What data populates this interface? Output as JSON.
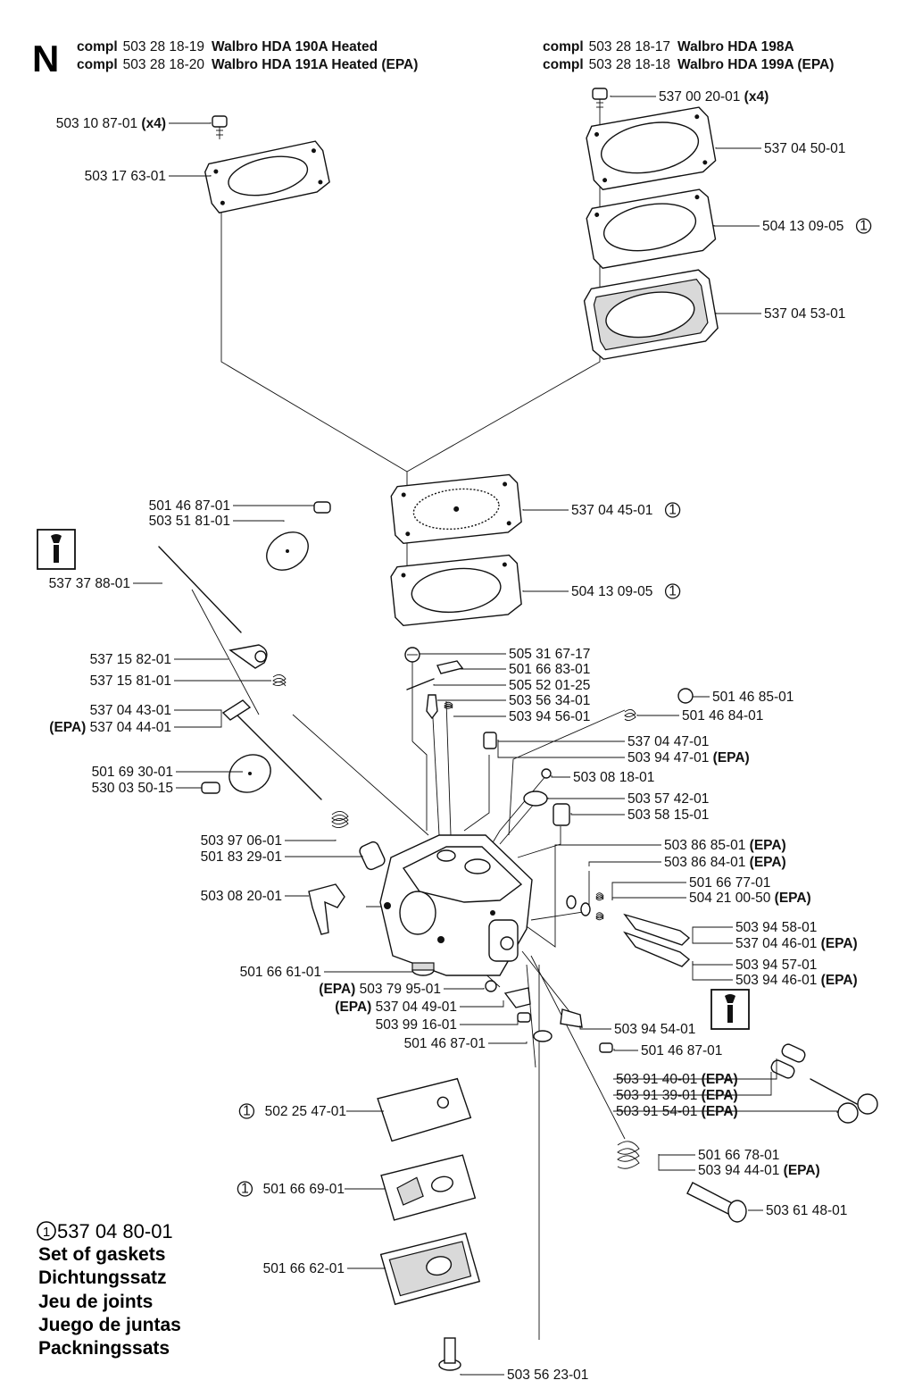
{
  "section_letter": "N",
  "headers": {
    "left": [
      {
        "prefix": "compl",
        "part": "503 28 18-19",
        "name": "Walbro HDA 190A Heated"
      },
      {
        "prefix": "compl",
        "part": "503 28 18-20",
        "name": "Walbro HDA 191A Heated (EPA)"
      }
    ],
    "right": [
      {
        "prefix": "compl",
        "part": "503 28 18-17",
        "name": "Walbro HDA 198A"
      },
      {
        "prefix": "compl",
        "part": "503 28 18-18",
        "name": "Walbro HDA 199A (EPA)"
      }
    ]
  },
  "gasket_marker": "1",
  "labels": {
    "p_503108701": {
      "text": "503 10 87-01",
      "suffix": "(x4)"
    },
    "p_503176301": {
      "text": "503 17 63-01"
    },
    "p_537002001": {
      "text": "537 00 20-01",
      "suffix": "(x4)"
    },
    "p_537045001": {
      "text": "537 04 50-01"
    },
    "p_504130905_a": {
      "text": "504 13 09-05"
    },
    "p_537045301": {
      "text": "537 04 53-01"
    },
    "p_537044501": {
      "text": "537 04 45-01"
    },
    "p_504130905_b": {
      "text": "504 13 09-05"
    },
    "p_501468701_a": {
      "text": "501 46 87-01"
    },
    "p_503518101": {
      "text": "503 51 81-01"
    },
    "p_537378801": {
      "text": "537 37 88-01"
    },
    "p_537158201": {
      "text": "537 15 82-01"
    },
    "p_537158101": {
      "text": "537 15 81-01"
    },
    "p_537044301": {
      "text": "537 04 43-01"
    },
    "p_537044401": {
      "prefix": "(EPA)",
      "text": "537 04 44-01"
    },
    "p_501693001": {
      "text": "501 69 30-01"
    },
    "p_530035015": {
      "text": "530 03 50-15"
    },
    "p_503970601": {
      "text": "503 97 06-01"
    },
    "p_501832901": {
      "text": "501 83 29-01"
    },
    "p_503082001": {
      "text": "503 08 20-01"
    },
    "p_501666101": {
      "text": "501 66 61-01"
    },
    "p_503799501": {
      "prefix": "(EPA)",
      "text": "503 79 95-01"
    },
    "p_537044901": {
      "prefix": "(EPA)",
      "text": "537 04 49-01"
    },
    "p_503991601": {
      "text": "503 99 16-01"
    },
    "p_501468701_b": {
      "text": "501 46 87-01"
    },
    "p_502254701": {
      "text": "502 25 47-01"
    },
    "p_501666901": {
      "text": "501 66 69-01"
    },
    "p_501666201": {
      "text": "501 66 62-01"
    },
    "p_503562301": {
      "text": "503 56 23-01"
    },
    "p_505316717": {
      "text": "505 31 67-17"
    },
    "p_501668301": {
      "text": "501 66 83-01"
    },
    "p_505520125": {
      "text": "505 52 01-25"
    },
    "p_503563401": {
      "text": "503 56 34-01"
    },
    "p_503945601": {
      "text": "503 94 56-01"
    },
    "p_501468501": {
      "text": "501 46 85-01"
    },
    "p_501468401": {
      "text": "501 46 84-01"
    },
    "p_537044701": {
      "text": "537 04 47-01"
    },
    "p_503944701": {
      "text": "503 94 47-01",
      "suffix": "(EPA)"
    },
    "p_503081801": {
      "text": "503 08 18-01"
    },
    "p_503574201": {
      "text": "503 57 42-01"
    },
    "p_503581501": {
      "text": "503 58 15-01"
    },
    "p_503868501": {
      "text": "503 86 85-01",
      "suffix": "(EPA)"
    },
    "p_503868401": {
      "text": "503 86 84-01",
      "suffix": "(EPA)"
    },
    "p_501667701": {
      "text": "501 66 77-01"
    },
    "p_504210050": {
      "text": "504 21 00-50",
      "suffix": "(EPA)"
    },
    "p_503945801": {
      "text": "503 94 58-01"
    },
    "p_537044601": {
      "text": "537 04 46-01",
      "suffix": "(EPA)"
    },
    "p_503945701": {
      "text": "503 94 57-01"
    },
    "p_503944601": {
      "text": "503 94 46-01",
      "suffix": "(EPA)"
    },
    "p_503945401": {
      "text": "503 94 54-01"
    },
    "p_501468701_c": {
      "text": "501 46 87-01"
    },
    "p_503914001": {
      "text": "503 91 40-01",
      "suffix": "(EPA)"
    },
    "p_503913901": {
      "text": "503 91 39-01",
      "suffix": "(EPA)"
    },
    "p_503915401": {
      "text": "503 91 54-01",
      "suffix": "(EPA)"
    },
    "p_501667801": {
      "text": "501 66 78-01"
    },
    "p_503944401": {
      "text": "503 94 44-01",
      "suffix": "(EPA)"
    },
    "p_503614801": {
      "text": "503 61 48-01"
    }
  },
  "legend": {
    "part": "537 04 80-01",
    "lines": [
      "Set of gaskets",
      "Dichtungssatz",
      "Jeu de joints",
      "Juego de juntas",
      "Packningssats"
    ]
  }
}
